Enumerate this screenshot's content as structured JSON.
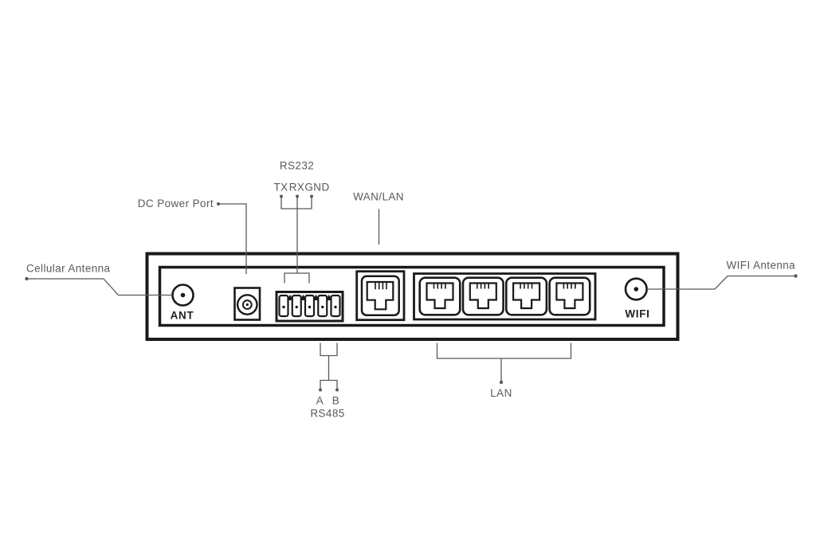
{
  "callouts": {
    "cellular_antenna": "Cellular Antenna",
    "dc_power_port": "DC Power Port",
    "rs232": "RS232",
    "rs232_pins": {
      "tx": "TX",
      "rx": "RX",
      "gnd": "GND"
    },
    "wan_lan": "WAN/LAN",
    "wifi_antenna": "WIFI Antenna",
    "rs485": "RS485",
    "rs485_pins": {
      "a": "A",
      "b": "B"
    },
    "lan": "LAN"
  },
  "panel": {
    "ant_label": "ANT",
    "wifi_label": "WIFI",
    "lan_port_count": 4,
    "terminal_pin_count": 5
  },
  "colors": {
    "device_outline": "#1a1a1a",
    "annotation": "#58595b",
    "bold_label": "#231f20",
    "background": "#ffffff"
  }
}
